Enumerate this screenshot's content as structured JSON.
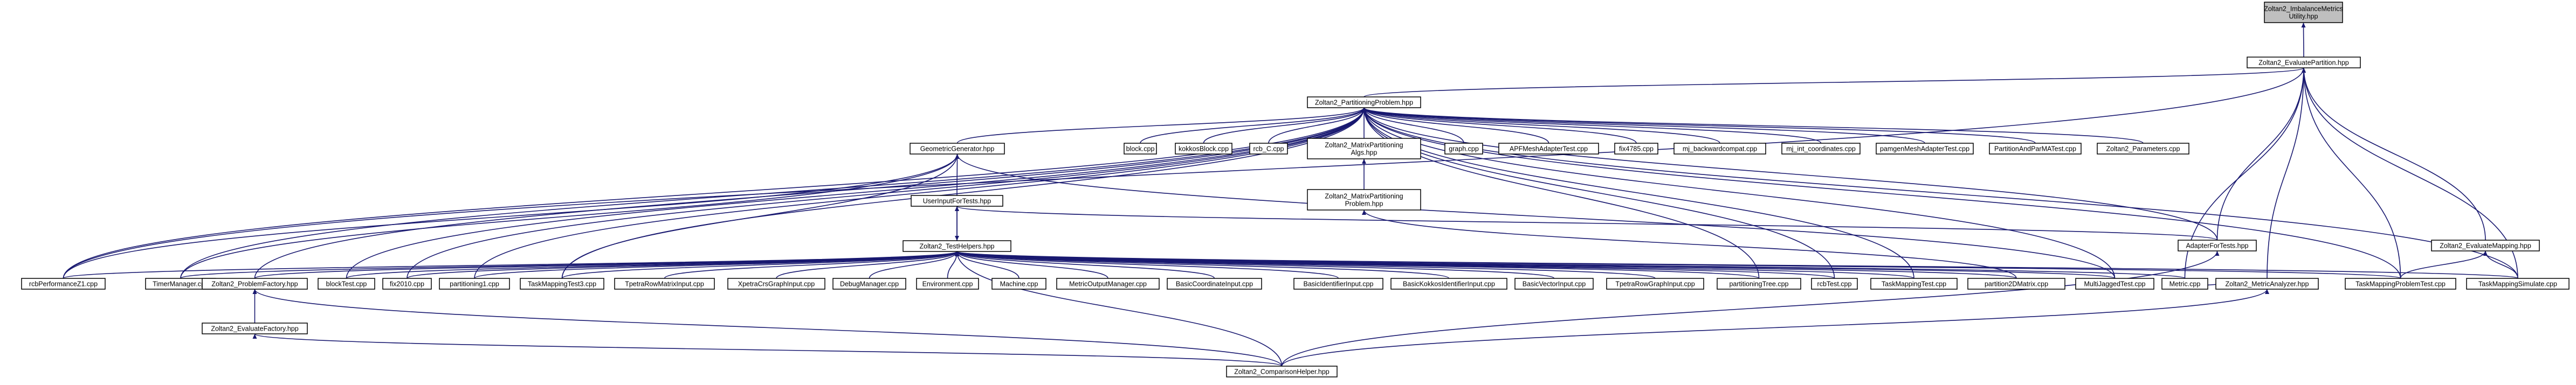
{
  "graph": {
    "title": "",
    "edge_color": "#191970",
    "root_fill": "#bfbfbf",
    "nodes": [
      {
        "id": "root",
        "label": "Zoltan2_ImbalanceMetrics\nUtility.hpp",
        "root": true
      },
      {
        "id": "evalpart",
        "label": "Zoltan2_EvaluatePartition.hpp"
      },
      {
        "id": "partprob",
        "label": "Zoltan2_PartitioningProblem.hpp"
      },
      {
        "id": "geomgen",
        "label": "GeometricGenerator.hpp"
      },
      {
        "id": "blockcpp",
        "label": "block.cpp"
      },
      {
        "id": "kokkosblock",
        "label": "kokkosBlock.cpp"
      },
      {
        "id": "rcbc",
        "label": "rcb_C.cpp"
      },
      {
        "id": "matrixpartalgo",
        "label": "Zoltan2_MatrixPartitioning\nAlgs.hpp"
      },
      {
        "id": "graphcpp",
        "label": "graph.cpp"
      },
      {
        "id": "apfmesh",
        "label": "APFMeshAdapterTest.cpp"
      },
      {
        "id": "fix4785",
        "label": "fix4785.cpp"
      },
      {
        "id": "mjback",
        "label": "mj_backwardcompat.cpp"
      },
      {
        "id": "mjint",
        "label": "mj_int_coordinates.cpp"
      },
      {
        "id": "pamgen",
        "label": "pamgenMeshAdapterTest.cpp"
      },
      {
        "id": "partpartma",
        "label": "PartitionAndParMATest.cpp"
      },
      {
        "id": "params",
        "label": "Zoltan2_Parameters.cpp"
      },
      {
        "id": "userinput",
        "label": "UserInputForTests.hpp"
      },
      {
        "id": "matrixpartprob",
        "label": "Zoltan2_MatrixPartitioning\nProblem.hpp"
      },
      {
        "id": "adaptertests",
        "label": "AdapterForTests.hpp"
      },
      {
        "id": "evalmapping",
        "label": "Zoltan2_EvaluateMapping.hpp"
      },
      {
        "id": "testhelpers",
        "label": "Zoltan2_TestHelpers.hpp"
      },
      {
        "id": "rcbperf",
        "label": "rcbPerformanceZ1.cpp"
      },
      {
        "id": "timemgr",
        "label": "TimerManager.cpp"
      },
      {
        "id": "probfactory",
        "label": "Zoltan2_ProblemFactory.hpp"
      },
      {
        "id": "blocktest",
        "label": "blockTest.cpp"
      },
      {
        "id": "fix2010",
        "label": "fix2010.cpp"
      },
      {
        "id": "partitioning1",
        "label": "partitioning1.cpp"
      },
      {
        "id": "taskmap3",
        "label": "TaskMappingTest3.cpp"
      },
      {
        "id": "tpetraflowmat",
        "label": "TpetraRowMatrixInput.cpp"
      },
      {
        "id": "xpetracrs",
        "label": "XpetraCrsGraphInput.cpp"
      },
      {
        "id": "debugmgr",
        "label": "DebugManager.cpp"
      },
      {
        "id": "environment",
        "label": "Environment.cpp"
      },
      {
        "id": "machine",
        "label": "Machine.cpp"
      },
      {
        "id": "metricoutput",
        "label": "MetricOutputManager.cpp"
      },
      {
        "id": "basiccoord",
        "label": "BasicCoordinateInput.cpp"
      },
      {
        "id": "basicident",
        "label": "BasicIdentifierInput.cpp"
      },
      {
        "id": "basickokkos",
        "label": "BasicKokkosIdentifierInput.cpp"
      },
      {
        "id": "basicvector",
        "label": "BasicVectorInput.cpp"
      },
      {
        "id": "tpetrarowgraph",
        "label": "TpetraRowGraphInput.cpp"
      },
      {
        "id": "parttree",
        "label": "partitioningTree.cpp"
      },
      {
        "id": "rcbtest",
        "label": "rcbTest.cpp"
      },
      {
        "id": "taskmaptest",
        "label": "TaskMappingTest.cpp"
      },
      {
        "id": "part2d",
        "label": "partition2DMatrix.cpp"
      },
      {
        "id": "multijagged",
        "label": "MultiJaggedTest.cpp"
      },
      {
        "id": "metriccpp",
        "label": "Metric.cpp"
      },
      {
        "id": "metricanalyzer",
        "label": "Zoltan2_MetricAnalyzer.hpp"
      },
      {
        "id": "taskmapprob",
        "label": "TaskMappingProblemTest.cpp"
      },
      {
        "id": "taskmapsim",
        "label": "TaskMappingSimulate.cpp"
      },
      {
        "id": "evalfactory",
        "label": "Zoltan2_EvaluateFactory.hpp"
      },
      {
        "id": "comparison",
        "label": "Zoltan2_ComparisonHelper.hpp"
      }
    ],
    "edges": [
      [
        "evalpart",
        "root"
      ],
      [
        "partprob",
        "evalpart"
      ],
      [
        "adaptertests",
        "evalpart"
      ],
      [
        "evalmapping",
        "evalpart"
      ],
      [
        "taskmapprob",
        "evalpart"
      ],
      [
        "taskmapsim",
        "evalpart"
      ],
      [
        "metriccpp",
        "evalpart"
      ],
      [
        "metricanalyzer",
        "evalpart"
      ],
      [
        "rcbperf",
        "evalpart"
      ],
      [
        "geomgen",
        "partprob"
      ],
      [
        "blockcpp",
        "partprob"
      ],
      [
        "kokkosblock",
        "partprob"
      ],
      [
        "rcbc",
        "partprob"
      ],
      [
        "matrixpartalgo",
        "partprob"
      ],
      [
        "graphcpp",
        "partprob"
      ],
      [
        "apfmesh",
        "partprob"
      ],
      [
        "fix4785",
        "partprob"
      ],
      [
        "mjback",
        "partprob"
      ],
      [
        "mjint",
        "partprob"
      ],
      [
        "pamgen",
        "partprob"
      ],
      [
        "partpartma",
        "partprob"
      ],
      [
        "params",
        "partprob"
      ],
      [
        "rcbperf",
        "partprob"
      ],
      [
        "timemgr",
        "partprob"
      ],
      [
        "probfactory",
        "partprob"
      ],
      [
        "blocktest",
        "partprob"
      ],
      [
        "fix2010",
        "partprob"
      ],
      [
        "partitioning1",
        "partprob"
      ],
      [
        "taskmap3",
        "partprob"
      ],
      [
        "parttree",
        "partprob"
      ],
      [
        "rcbtest",
        "partprob"
      ],
      [
        "taskmaptest",
        "partprob"
      ],
      [
        "multijagged",
        "partprob"
      ],
      [
        "adaptertests",
        "partprob"
      ],
      [
        "taskmapprob",
        "partprob"
      ],
      [
        "taskmapsim",
        "partprob"
      ],
      [
        "matrixpartprob",
        "matrixpartalgo"
      ],
      [
        "part2d",
        "matrixpartprob"
      ],
      [
        "userinput",
        "geomgen"
      ],
      [
        "rcbperf",
        "geomgen"
      ],
      [
        "timemgr",
        "geomgen"
      ],
      [
        "taskmap3",
        "geomgen"
      ],
      [
        "multijagged",
        "geomgen"
      ],
      [
        "testhelpers",
        "userinput"
      ],
      [
        "adaptertests",
        "userinput"
      ],
      [
        "userinput",
        "testhelpers"
      ],
      [
        "rcbperf",
        "testhelpers"
      ],
      [
        "timemgr",
        "testhelpers"
      ],
      [
        "probfactory",
        "testhelpers"
      ],
      [
        "blocktest",
        "testhelpers"
      ],
      [
        "fix2010",
        "testhelpers"
      ],
      [
        "partitioning1",
        "testhelpers"
      ],
      [
        "taskmap3",
        "testhelpers"
      ],
      [
        "tpetraflowmat",
        "testhelpers"
      ],
      [
        "xpetracrs",
        "testhelpers"
      ],
      [
        "debugmgr",
        "testhelpers"
      ],
      [
        "environment",
        "testhelpers"
      ],
      [
        "machine",
        "testhelpers"
      ],
      [
        "metricoutput",
        "testhelpers"
      ],
      [
        "basiccoord",
        "testhelpers"
      ],
      [
        "basicident",
        "testhelpers"
      ],
      [
        "basickokkos",
        "testhelpers"
      ],
      [
        "basicvector",
        "testhelpers"
      ],
      [
        "tpetrarowgraph",
        "testhelpers"
      ],
      [
        "parttree",
        "testhelpers"
      ],
      [
        "rcbtest",
        "testhelpers"
      ],
      [
        "taskmaptest",
        "testhelpers"
      ],
      [
        "part2d",
        "testhelpers"
      ],
      [
        "multijagged",
        "testhelpers"
      ],
      [
        "metriccpp",
        "testhelpers"
      ],
      [
        "comparison",
        "testhelpers"
      ],
      [
        "taskmapprob",
        "testhelpers"
      ],
      [
        "taskmapsim",
        "testhelpers"
      ],
      [
        "taskmapprob",
        "evalmapping"
      ],
      [
        "taskmapsim",
        "evalmapping"
      ],
      [
        "metriccpp",
        "metricanalyzer"
      ],
      [
        "comparison",
        "metricanalyzer"
      ],
      [
        "comparison",
        "adaptertests"
      ],
      [
        "evalfactory",
        "probfactory"
      ],
      [
        "comparison",
        "probfactory"
      ],
      [
        "comparison",
        "evalfactory"
      ]
    ]
  }
}
